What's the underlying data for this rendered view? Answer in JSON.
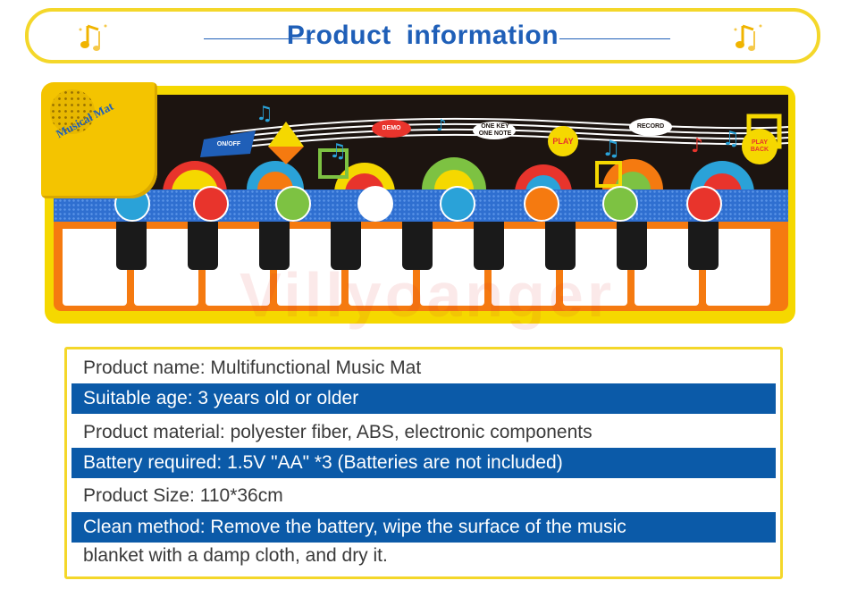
{
  "header": {
    "title": "Product information",
    "left_icon": "music-notes-icon",
    "right_icon": "music-notes-icon"
  },
  "product_image": {
    "brand_label": "Musical Mat",
    "watermark": "Villyoanger",
    "buttons": [
      "ON/OFF",
      "DEMO",
      "ONE KEY ONE NOTE",
      "PLAY",
      "RECORD",
      "PLAY BACK"
    ],
    "instruments": [
      "piano-icon",
      "violin-icon",
      "accordion-icon",
      "trumpet-icon",
      "xylophone-icon",
      "clarinet-icon",
      "guitar-icon",
      "flute-icon"
    ]
  },
  "info": {
    "rows": [
      "Product name: Multifunctional Music Mat",
      "Suitable age: 3 years old or older",
      "Product material: polyester fiber, ABS, electronic components",
      "Battery required: 1.5V \"AA\" *3 (Batteries are not included)",
      "Product Size: 110*36cm",
      "Clean method: Remove the battery, wipe the surface of the music",
      "blanket with a damp cloth, and dry it."
    ]
  },
  "colors": {
    "accent_yellow": "#f4d72a",
    "title_blue": "#1f5fb8",
    "row_blue": "#0b5aa8"
  }
}
